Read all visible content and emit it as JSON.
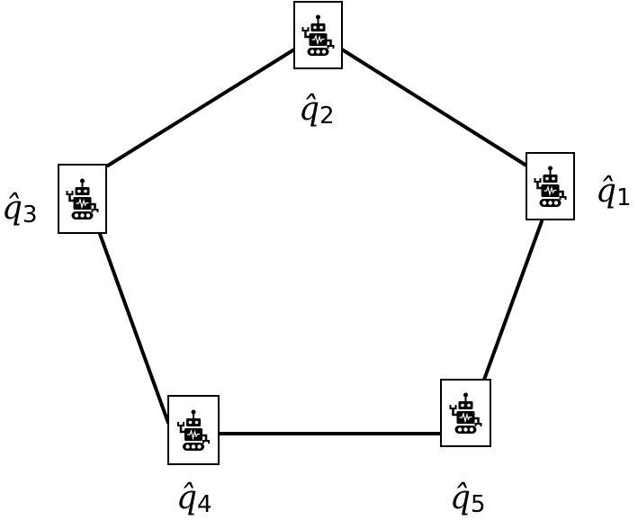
{
  "diagram": {
    "type": "cycle-graph",
    "edge_color": "#000000",
    "node_icon": "robot-icon",
    "nodes": [
      {
        "id": "q1",
        "symbol": "q̂",
        "index": "1"
      },
      {
        "id": "q2",
        "symbol": "q̂",
        "index": "2"
      },
      {
        "id": "q3",
        "symbol": "q̂",
        "index": "3"
      },
      {
        "id": "q4",
        "symbol": "q̂",
        "index": "4"
      },
      {
        "id": "q5",
        "symbol": "q̂",
        "index": "5"
      }
    ],
    "edges": [
      [
        "q2",
        "q1"
      ],
      [
        "q2",
        "q3"
      ],
      [
        "q3",
        "q4"
      ],
      [
        "q4",
        "q5"
      ],
      [
        "q5",
        "q1"
      ]
    ]
  }
}
